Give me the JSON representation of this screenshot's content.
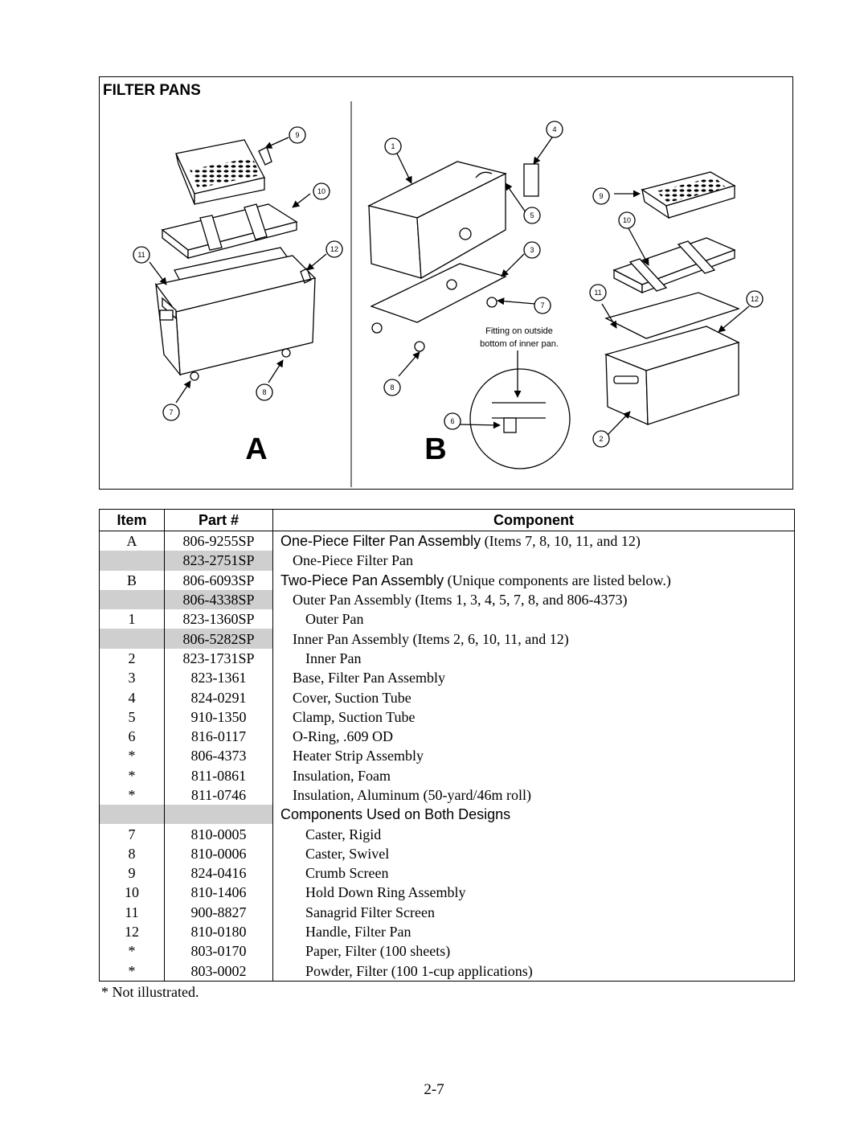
{
  "figure": {
    "title": "FILTER PANS",
    "panel_a_letter": "A",
    "panel_b_letter": "B",
    "fitting_note_line1": "Fitting on outside",
    "fitting_note_line2": "bottom of inner pan.",
    "callouts": {
      "a_9": "9",
      "a_10": "10",
      "a_11": "11",
      "a_12": "12",
      "a_8": "8",
      "a_7": "7",
      "b_1": "1",
      "b_4": "4",
      "b_5": "5",
      "b_3": "3",
      "b_7": "7",
      "b_8": "8",
      "b_6": "6",
      "c_9": "9",
      "c_10": "10",
      "c_11": "11",
      "c_12": "12",
      "c_2": "2"
    }
  },
  "table": {
    "headers": {
      "item": "Item",
      "part": "Part #",
      "component": "Component"
    },
    "rows": [
      {
        "item": "A",
        "part": "806-9255SP",
        "component": "One-Piece Filter Pan Assembly",
        "note": " (Items 7, 8, 10, 11, and 12)",
        "style": "asm",
        "level": 0,
        "shaded": false
      },
      {
        "item": "",
        "part": "823-2751SP",
        "component": "One-Piece Filter Pan",
        "note": "",
        "style": "plain",
        "level": 1,
        "shaded": true
      },
      {
        "item": "B",
        "part": "806-6093SP",
        "component": "Two-Piece Pan Assembly",
        "note": " (Unique components are listed below.)",
        "style": "asm",
        "level": 0,
        "shaded": false
      },
      {
        "item": "",
        "part": "806-4338SP",
        "component": "Outer Pan Assembly (Items 1, 3, 4, 5, 7, 8, and 806-4373)",
        "note": "",
        "style": "plain",
        "level": 1,
        "shaded": true
      },
      {
        "item": "1",
        "part": "823-1360SP",
        "component": "Outer Pan",
        "note": "",
        "style": "plain",
        "level": 2,
        "shaded": false
      },
      {
        "item": "",
        "part": "806-5282SP",
        "component": "Inner Pan Assembly (Items 2, 6, 10, 11, and 12)",
        "note": "",
        "style": "plain",
        "level": 1,
        "shaded": true
      },
      {
        "item": "2",
        "part": "823-1731SP",
        "component": "Inner Pan",
        "note": "",
        "style": "plain",
        "level": 2,
        "shaded": false
      },
      {
        "item": "3",
        "part": "823-1361",
        "component": "Base, Filter Pan Assembly",
        "note": "",
        "style": "plain",
        "level": 1,
        "shaded": false
      },
      {
        "item": "4",
        "part": "824-0291",
        "component": "Cover, Suction Tube",
        "note": "",
        "style": "plain",
        "level": 1,
        "shaded": false
      },
      {
        "item": "5",
        "part": "910-1350",
        "component": "Clamp, Suction Tube",
        "note": "",
        "style": "plain",
        "level": 1,
        "shaded": false
      },
      {
        "item": "6",
        "part": "816-0117",
        "component": "O-Ring, .609 OD",
        "note": "",
        "style": "plain",
        "level": 1,
        "shaded": false
      },
      {
        "item": "*",
        "part": "806-4373",
        "component": "Heater Strip Assembly",
        "note": "",
        "style": "plain",
        "level": 1,
        "shaded": false
      },
      {
        "item": "*",
        "part": "811-0861",
        "component": "Insulation, Foam",
        "note": "",
        "style": "plain",
        "level": 1,
        "shaded": false
      },
      {
        "item": "*",
        "part": "811-0746",
        "component": "Insulation, Aluminum (50-yard/46m roll)",
        "note": "",
        "style": "plain",
        "level": 1,
        "shaded": false
      },
      {
        "item": "",
        "part": "",
        "component": "Components Used on Both Designs",
        "note": "",
        "style": "asm",
        "level": 0,
        "shaded": true
      },
      {
        "item": "7",
        "part": "810-0005",
        "component": "Caster, Rigid",
        "note": "",
        "style": "plain",
        "level": 2,
        "shaded": false
      },
      {
        "item": "8",
        "part": "810-0006",
        "component": "Caster, Swivel",
        "note": "",
        "style": "plain",
        "level": 2,
        "shaded": false
      },
      {
        "item": "9",
        "part": "824-0416",
        "component": "Crumb Screen",
        "note": "",
        "style": "plain",
        "level": 2,
        "shaded": false
      },
      {
        "item": "10",
        "part": "810-1406",
        "component": "Hold Down Ring Assembly",
        "note": "",
        "style": "plain",
        "level": 2,
        "shaded": false
      },
      {
        "item": "11",
        "part": "900-8827",
        "component": "Sanagrid Filter Screen",
        "note": "",
        "style": "plain",
        "level": 2,
        "shaded": false
      },
      {
        "item": "12",
        "part": "810-0180",
        "component": "Handle, Filter Pan",
        "note": "",
        "style": "plain",
        "level": 2,
        "shaded": false
      },
      {
        "item": "*",
        "part": "803-0170",
        "component": "Paper, Filter (100 sheets)",
        "note": "",
        "style": "plain",
        "level": 2,
        "shaded": false
      },
      {
        "item": "*",
        "part": "803-0002",
        "component": "Powder, Filter (100 1-cup applications)",
        "note": "",
        "style": "plain",
        "level": 2,
        "shaded": false
      }
    ]
  },
  "footnote": "* Not illustrated.",
  "page_number": "2-7"
}
